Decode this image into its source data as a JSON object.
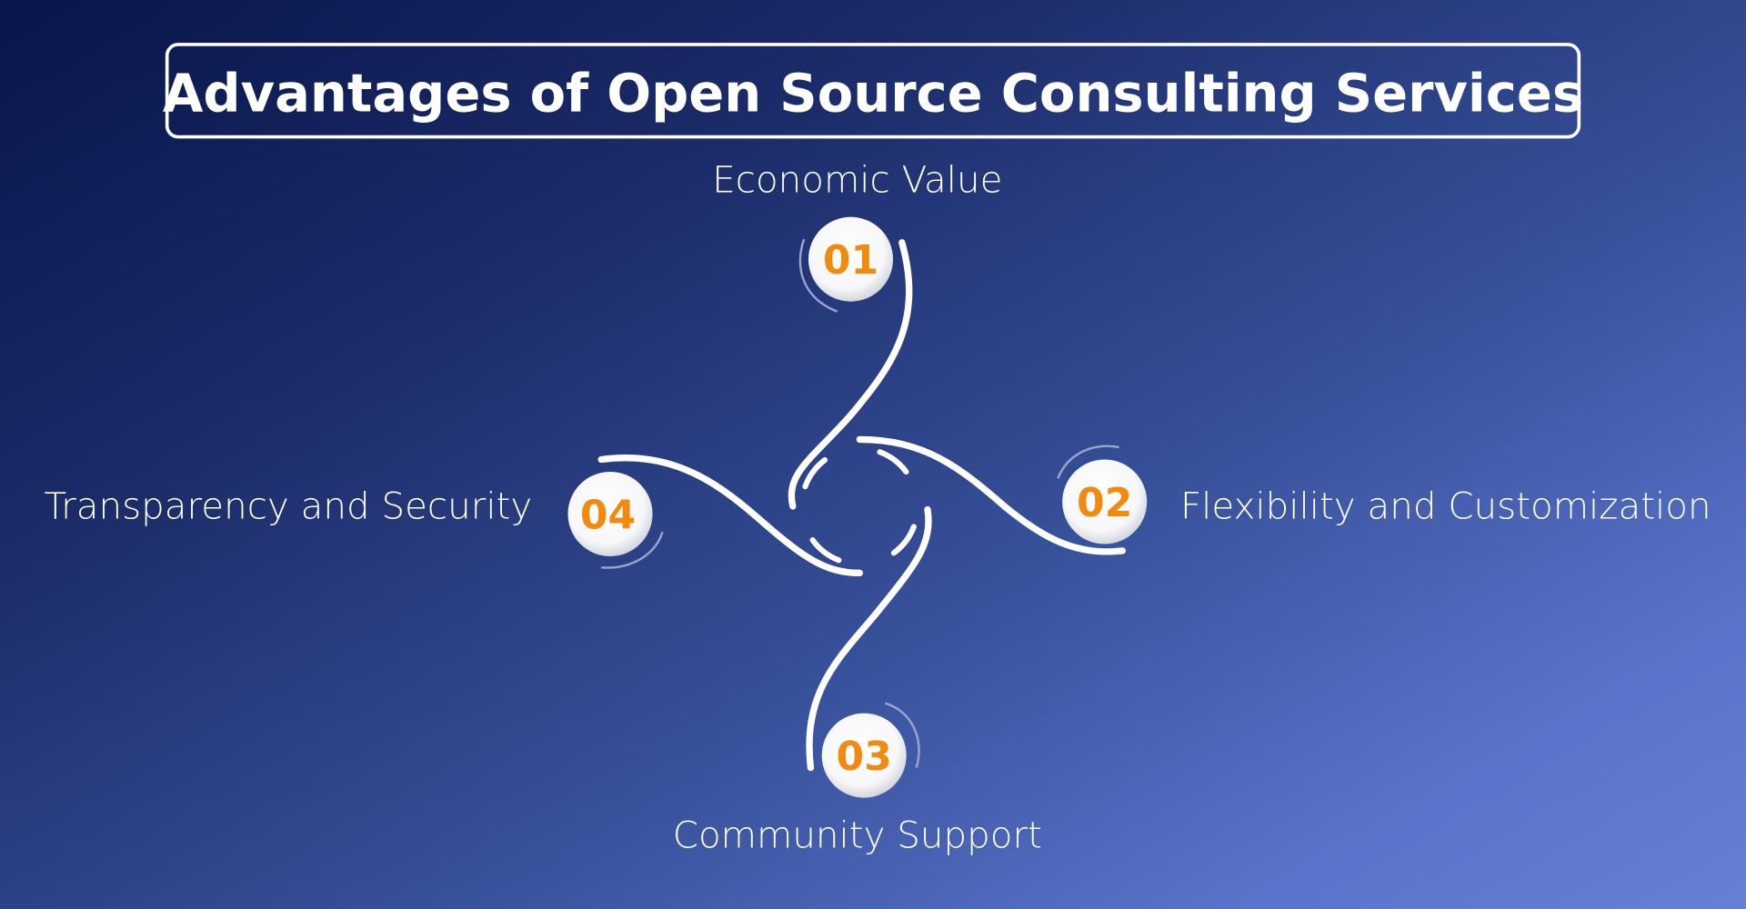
{
  "title": "Advantages of Open Source Consulting Services",
  "accent_color": "#f28a0f",
  "items": [
    {
      "number": "01",
      "label": "Economic Value"
    },
    {
      "number": "02",
      "label": "Flexibility and Customization"
    },
    {
      "number": "03",
      "label": "Community Support"
    },
    {
      "number": "04",
      "label": "Transparency and Security"
    }
  ]
}
